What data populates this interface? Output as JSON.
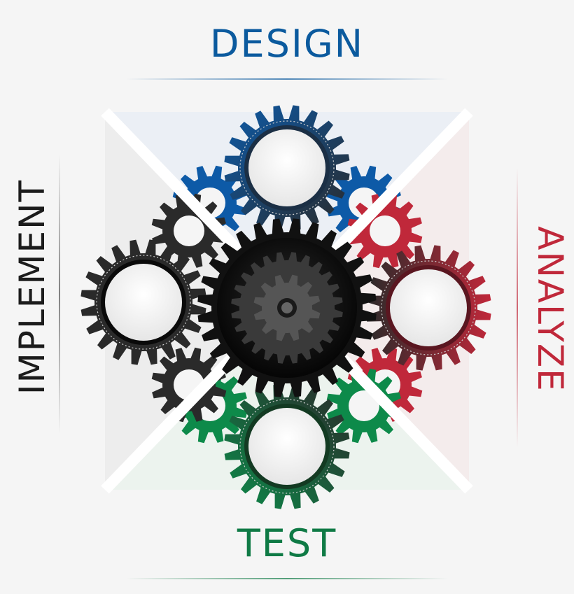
{
  "phases": {
    "design": {
      "label": "DESIGN",
      "color": "#0b5a9e",
      "gear_color": "#0d5aa7"
    },
    "analyze": {
      "label": "ANALYZE",
      "color": "#c0283a",
      "gear_color": "#c0283a"
    },
    "test": {
      "label": "TEST",
      "color": "#0f7a45",
      "gear_color": "#0d8a4a"
    },
    "implement": {
      "label": "IMPLEMENT",
      "color": "#1c1c1c",
      "gear_color": "#2a2a2a"
    }
  },
  "colors": {
    "hub": "#111111",
    "hub_inner": "#3a3a3a",
    "hub_core": "#555555",
    "background": "#f5f5f5",
    "ring_face": "#f7f7f7"
  }
}
